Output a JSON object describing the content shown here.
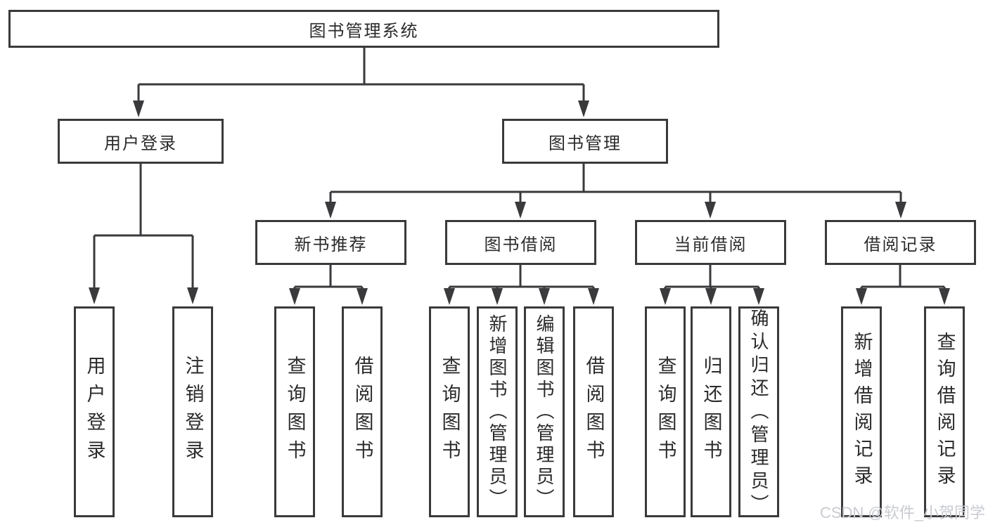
{
  "nodes": {
    "root": "图书管理系统",
    "login": "用户登录",
    "manage": "图书管理"
  },
  "level3": [
    "新书推荐",
    "图书借阅",
    "当前借阅",
    "借阅记录"
  ],
  "leaves": {
    "login": [
      "用户登录",
      "注销登录"
    ],
    "recommend": [
      "查询图书",
      "借阅图书"
    ],
    "borrow": [
      "查询图书",
      "新增图书（管理员）",
      "编辑图书（管理员）",
      "借阅图书"
    ],
    "current": [
      "查询图书",
      "归还图书",
      "确认归还（管理员）"
    ],
    "records": [
      "新增借阅记录",
      "查询借阅记录"
    ]
  },
  "watermark": "CSDN @软件_小贺同学",
  "colors": {
    "line": "#3a3a3c",
    "text": "#2b2b2b",
    "watermark": "#c9cbd1",
    "background": "#ffffff"
  }
}
